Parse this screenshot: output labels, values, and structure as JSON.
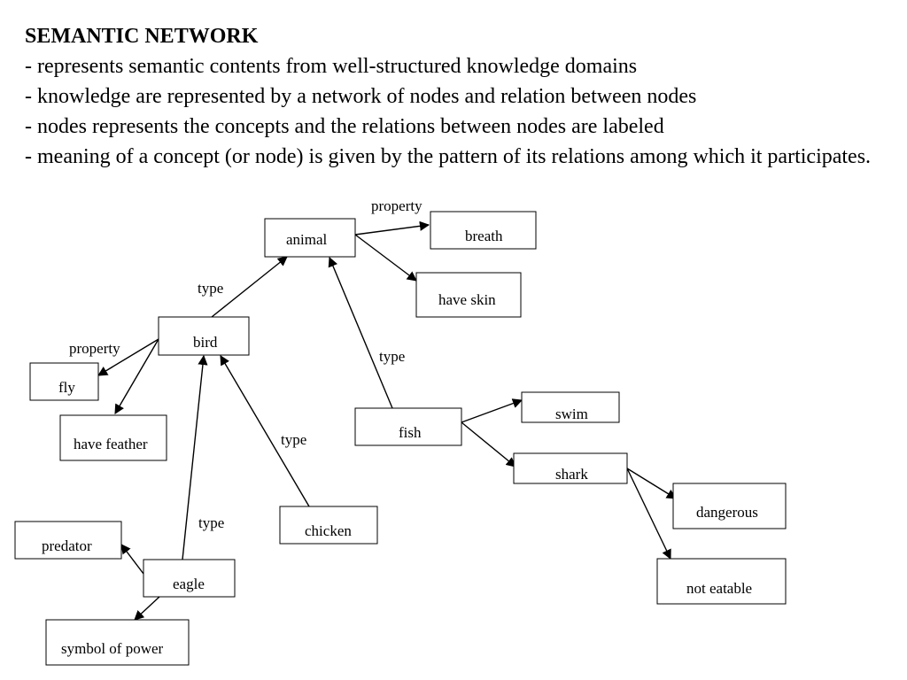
{
  "heading": {
    "title": "SEMANTIC NETWORK",
    "bullets": [
      "- represents semantic contents from well-structured knowledge domains",
      "- knowledge are represented by a network of nodes and relation between nodes",
      "- nodes represents the concepts and the relations between nodes are labeled",
      "- meaning of a concept (or node) is given by the pattern of its relations among which it participates."
    ]
  },
  "nodes": {
    "animal": "animal",
    "breath": "breath",
    "have_skin": "have skin",
    "bird": "bird",
    "fly": "fly",
    "have_feather": "have feather",
    "fish": "fish",
    "swim": "swim",
    "shark": "shark",
    "dangerous": "dangerous",
    "not_eatable": "not eatable",
    "chicken": "chicken",
    "predator": "predator",
    "eagle": "eagle",
    "symbol_of_power": "symbol of power"
  },
  "edge_labels": {
    "animal_breath": "property",
    "bird_animal": "type",
    "bird_fly": "property",
    "fish_animal": "type",
    "chicken_bird": "type",
    "eagle_bird": "type"
  }
}
